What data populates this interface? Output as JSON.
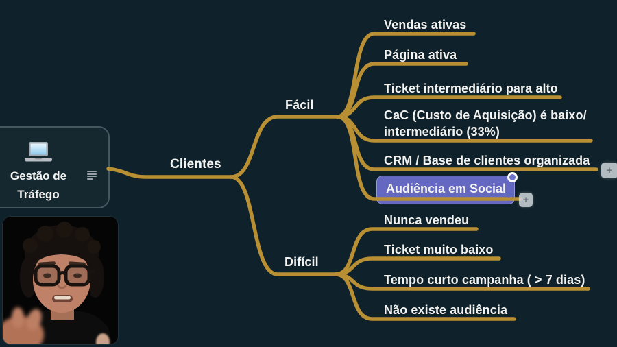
{
  "app": {
    "background": "#0f212a",
    "branch_color": "#b98f33",
    "selection_color": "#6468c0",
    "text_color": "#f3f3f1"
  },
  "icons": {
    "root": "laptop-icon",
    "root_note": "notes-icon",
    "add": "plus-icon",
    "selection": "selection-handle"
  },
  "controls": {
    "add_label": "+"
  },
  "root": {
    "title": "Gestão de Tráfego",
    "title_line1": "Gestão de",
    "title_line2": "Tráfego"
  },
  "nodes": {
    "clientes": "Clientes",
    "facil": {
      "label": "Fácil",
      "children": [
        {
          "label": "Vendas ativas"
        },
        {
          "label": "Página ativa"
        },
        {
          "label": "Ticket intermediário para alto"
        },
        {
          "label": "CaC (Custo de Aquisição) é baixo/",
          "label2": "intermediário (33%)"
        },
        {
          "label": "CRM / Base de clientes organizada"
        },
        {
          "label": "Audiência em Social",
          "selected": true
        }
      ]
    },
    "dificil": {
      "label": "Difícil",
      "children": [
        {
          "label": "Nunca vendeu"
        },
        {
          "label": "Ticket muito baixo"
        },
        {
          "label": "Tempo curto campanha ( > 7 dias)"
        },
        {
          "label": "Não existe audiência"
        }
      ]
    }
  }
}
